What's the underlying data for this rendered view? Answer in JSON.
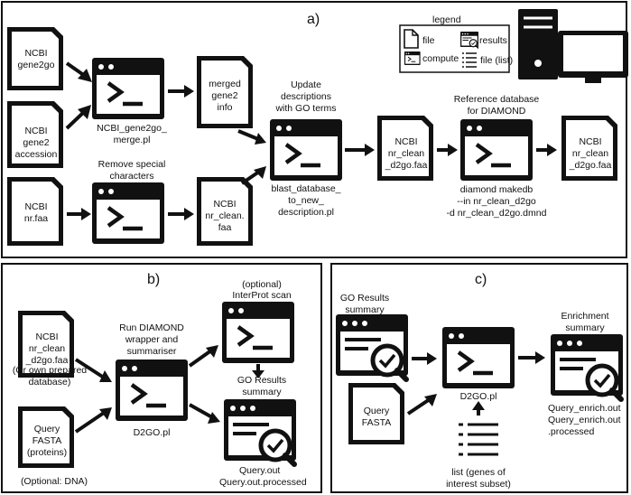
{
  "panels": {
    "a": "a)",
    "b": "b)",
    "c": "c)"
  },
  "legend": {
    "title": "legend",
    "file": "file",
    "results": "results",
    "compute": "compute",
    "file_list": "file (list)"
  },
  "a": {
    "gene2go": [
      "NCBI",
      "gene2go"
    ],
    "gene2accession": [
      "NCBI",
      "gene2",
      "accession"
    ],
    "nr_faa": [
      "NCBI",
      "nr.faa"
    ],
    "merge_script": [
      "NCBI_gene2go_",
      "merge.pl"
    ],
    "merged": [
      "merged",
      "gene2",
      "info"
    ],
    "remove_label": [
      "Remove special",
      "characters"
    ],
    "nr_clean_faa": [
      "NCBI",
      "nr_clean.",
      "faa"
    ],
    "update_label": [
      "Update",
      "descriptions",
      "with GO terms"
    ],
    "blast_script": [
      "blast_database_",
      "to_new_",
      "description.pl"
    ],
    "d2go_faa": [
      "NCBI",
      "nr_clean",
      "_d2go.faa"
    ],
    "ref_label": [
      "Reference database",
      "for DIAMOND"
    ],
    "diamond_cmd": [
      "diamond makedb",
      "--in nr_clean_d2go",
      "-d nr_clean_d2go.dmnd"
    ],
    "d2go_faa_out": [
      "NCBI",
      "nr_clean",
      "_d2go.faa"
    ]
  },
  "b": {
    "db_file": [
      "NCBI",
      "nr_clean",
      "_d2go.faa"
    ],
    "db_note": [
      "(Or own prepared",
      "database)"
    ],
    "query_file": [
      "Query",
      "FASTA",
      "(proteins)"
    ],
    "query_note": "(Optional: DNA)",
    "run_label": [
      "Run DIAMOND",
      "wrapper and",
      "summariser"
    ],
    "script": "D2GO.pl",
    "interprot": [
      "(optional)",
      "InterProt scan"
    ],
    "go_results": [
      "GO Results",
      "summary"
    ],
    "outputs": [
      "Query.out",
      "Query.out.processed"
    ]
  },
  "c": {
    "go_results": [
      "GO Results",
      "summary"
    ],
    "query_file": [
      "Query",
      "FASTA"
    ],
    "script": "D2GO.pl",
    "list_label": [
      "list (genes of",
      "interest subset)"
    ],
    "enrichment": [
      "Enrichment",
      "summary"
    ],
    "outputs": [
      "Query_enrich.out",
      "Query_enrich.out",
      ".processed"
    ]
  }
}
